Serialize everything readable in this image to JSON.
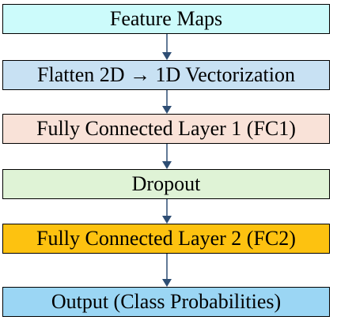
{
  "diagram": {
    "steps": [
      {
        "label": "Feature Maps",
        "color": "#ccfbfb"
      },
      {
        "label": "Flatten  2D → 1D Vectorization",
        "color": "#c8e1f3"
      },
      {
        "label": "Fully Connected Layer 1 (FC1)",
        "color": "#f9e2d8"
      },
      {
        "label": "Dropout",
        "color": "#dff3d6"
      },
      {
        "label": "Fully Connected Layer 2 (FC2)",
        "color": "#fdc210"
      },
      {
        "label": "Output (Class Probabilities)",
        "color": "#9bd6f4"
      }
    ],
    "arrow_color": "#2e4e74"
  }
}
